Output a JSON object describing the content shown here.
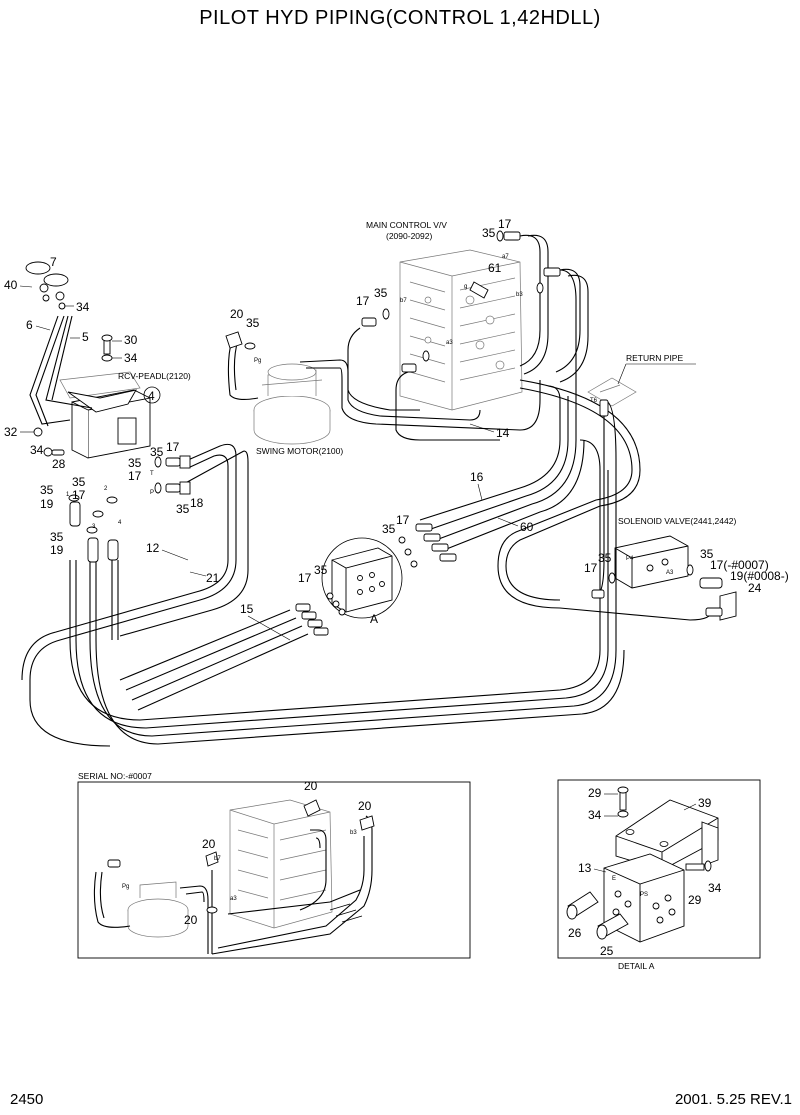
{
  "title": "PILOT HYD PIPING(CONTROL 1,42HDLL)",
  "page_number": "2450",
  "revision": "2001. 5.25  REV.1",
  "labels": {
    "main_control": "MAIN CONTROL V/V",
    "main_control_range": "(2090-2092)",
    "return_pipe": "RETURN PIPE",
    "rcv_pedal": "RCV-PEADL(2120)",
    "swing_motor": "SWING MOTOR(2100)",
    "solenoid": "SOLENOID VALVE(2441,2442)",
    "serial": "SERIAL NO:-#0007",
    "detail_a": "DETAIL A",
    "detail_ref": "A",
    "part17_serial": "17(-#0007)",
    "part19_serial": "19(#0008-)"
  },
  "ports": {
    "a7": "a7",
    "b7": "b7",
    "a3": "a3",
    "b3": "b3",
    "g": "g",
    "pg": "Pg",
    "t6": "T6",
    "p4": "P4",
    "a3b": "A3",
    "t": "T",
    "p": "P",
    "n1": "1",
    "n2": "2",
    "n3": "3",
    "n4": "4",
    "ins_pg": "Pg",
    "ins_b7": "b7",
    "ins_a3": "a3",
    "ins_b3": "b3",
    "det_e": "E",
    "det_ps": "PS"
  },
  "callouts": {
    "c7": "7",
    "c40": "40",
    "c34a": "34",
    "c6": "6",
    "c5": "5",
    "c30": "30",
    "c34b": "34",
    "c4": "4",
    "c32": "32",
    "c34c": "34",
    "c28": "28",
    "c35a": "35",
    "c17a": "17",
    "c35b": "35",
    "c17b": "17",
    "c18": "18",
    "c35c": "35",
    "c35d": "35",
    "c17c": "17",
    "c19a": "19",
    "c35e": "35",
    "c19b": "19",
    "c12": "12",
    "c21": "21",
    "c15": "15",
    "c17d": "17",
    "c35f": "35",
    "c20": "20",
    "c35g": "35",
    "c17e": "17",
    "c35h": "35",
    "c35i": "35",
    "c17f": "17",
    "c61": "61",
    "c14": "14",
    "c16": "16",
    "c35j": "35",
    "c17g": "17",
    "c60": "60",
    "c35k": "35",
    "c17h": "17",
    "c35l": "35",
    "c24": "24",
    "ins20a": "20",
    "ins20b": "20",
    "ins20c": "20",
    "ins20d": "20",
    "d29a": "29",
    "d39": "39",
    "d34a": "34",
    "d13": "13",
    "d34b": "34",
    "d29b": "29",
    "d26": "26",
    "d25": "25"
  }
}
